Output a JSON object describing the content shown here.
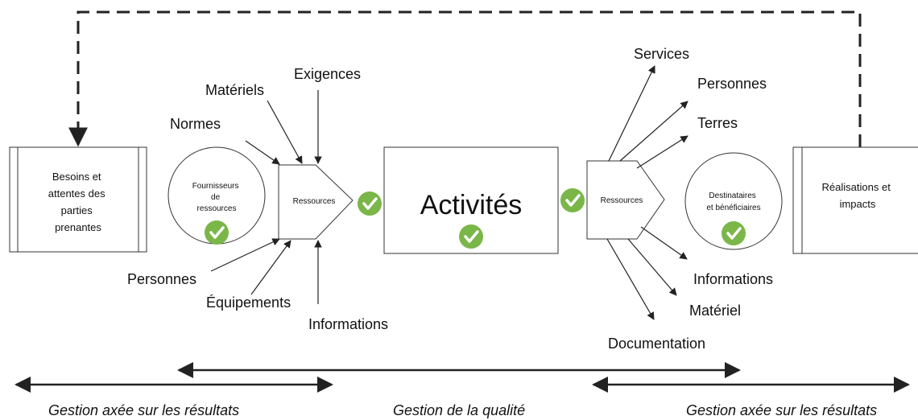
{
  "boxes": {
    "needs": [
      "Besoins et",
      "attentes des",
      "parties",
      "prenantes"
    ],
    "suppliers": [
      "Fournisseurs",
      "de",
      "ressources"
    ],
    "resources_in": "Ressources",
    "activities": "Activités",
    "resources_out": "Ressources",
    "recipients": [
      "Destinataires",
      "et bénéficiaires"
    ],
    "achievements": [
      "Réalisations et",
      "impacts"
    ]
  },
  "inputs": {
    "top": [
      "Normes",
      "Matériels",
      "Exigences"
    ],
    "bottom": [
      "Personnes",
      "Équipements",
      "Informations"
    ]
  },
  "outputs": [
    "Services",
    "Personnes",
    "Terres",
    "Informations",
    "Matériel",
    "Documentation"
  ],
  "footer": {
    "left": "Gestion axée sur les résultats",
    "center": "Gestion de la qualité",
    "right": "Gestion axée sur les résultats"
  },
  "colors": {
    "check": "#7ab648",
    "line": "#222222"
  }
}
